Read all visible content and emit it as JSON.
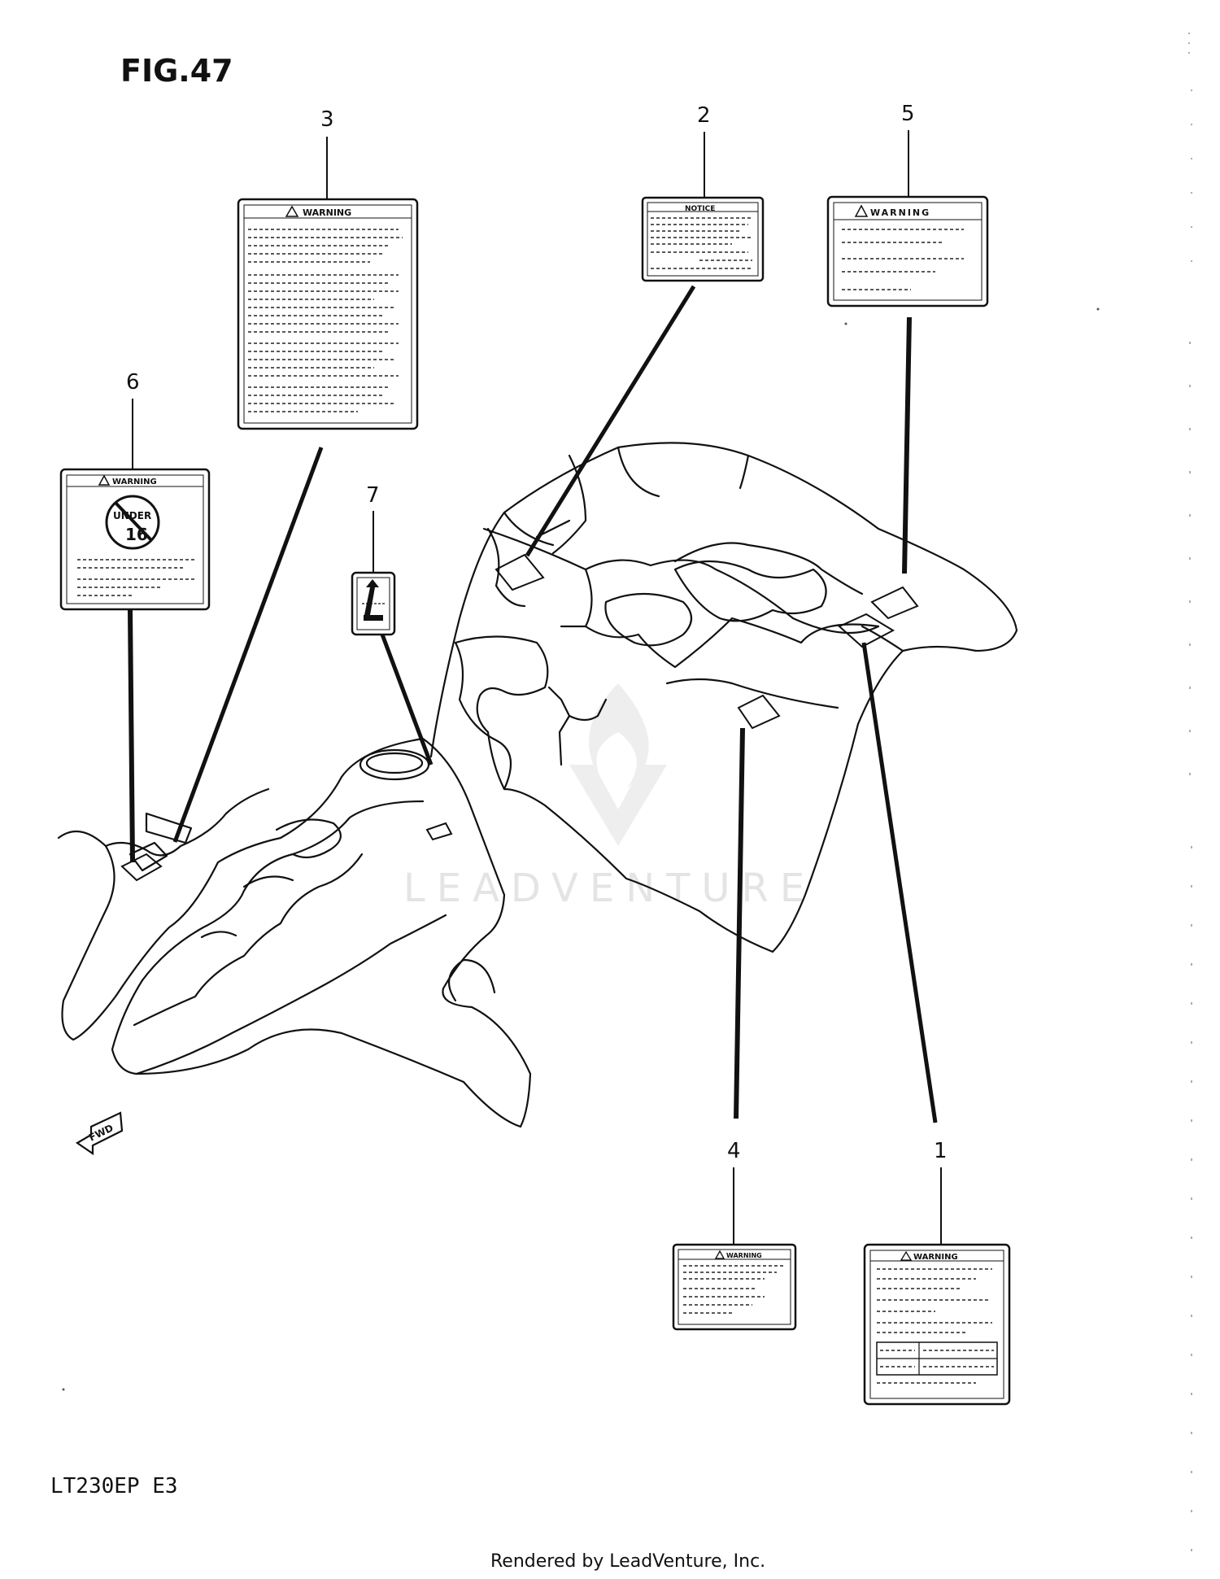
{
  "figure": {
    "title": "FIG.47",
    "model": "LT230EP  E3",
    "credit": "Rendered by LeadVenture, Inc.",
    "watermark": "LEADVENTURE"
  },
  "callouts": [
    "1",
    "2",
    "3",
    "4",
    "5",
    "6",
    "7"
  ],
  "labels": {
    "warning": "WARNING",
    "notice": "NOTICE",
    "under": "UNDER",
    "age": "16",
    "fwd": "FWD"
  }
}
